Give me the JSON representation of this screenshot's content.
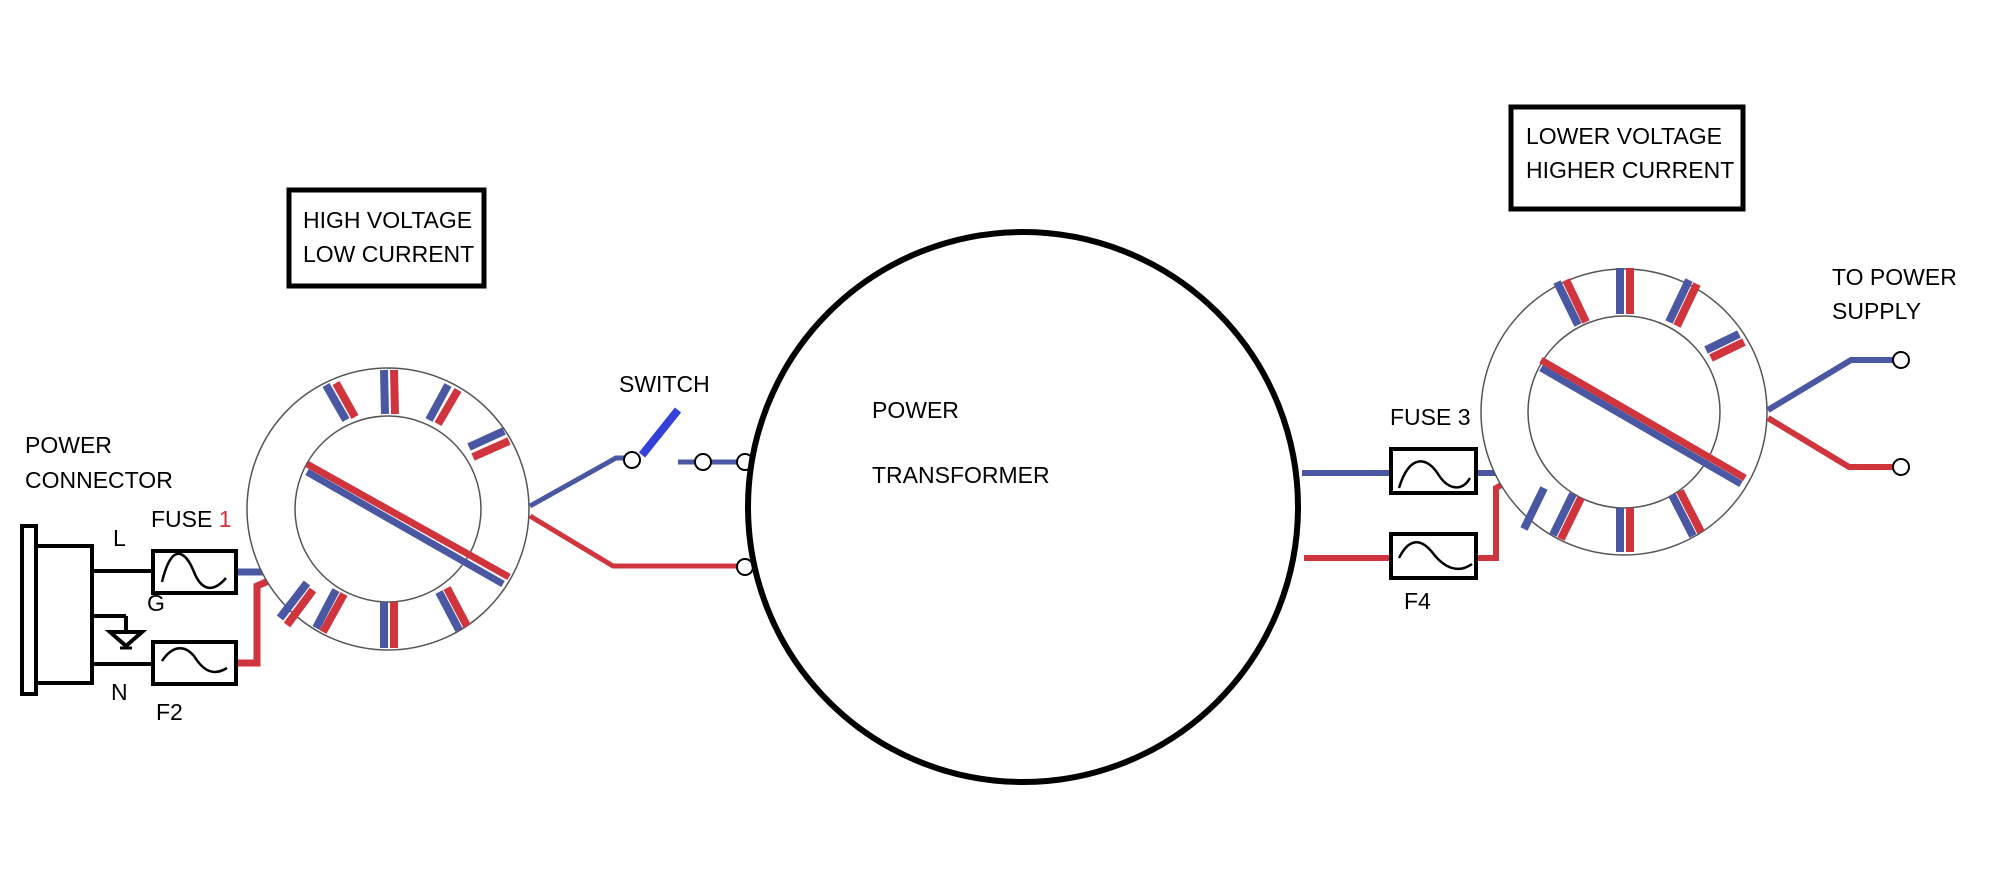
{
  "colors": {
    "blue": "#4A57A2",
    "red": "#D0343D",
    "black": "#000000",
    "switch_blue": "#3540D8"
  },
  "labels": {
    "power_connector_line1": "POWER",
    "power_connector_line2": "CONNECTOR",
    "fuse1_prefix": "FUSE",
    "fuse1_number": "1",
    "f2": "F2",
    "terminal_l": "L",
    "terminal_g": "G",
    "terminal_n": "N",
    "high_voltage_line1": "HIGH VOLTAGE",
    "high_voltage_line2": "LOW CURRENT",
    "switch": "SWITCH",
    "transformer_line1": "POWER",
    "transformer_line2": "TRANSFORMER",
    "fuse3": "FUSE 3",
    "f4": "F4",
    "lower_voltage_line1": "LOWER VOLTAGE",
    "lower_voltage_line2": "HIGHER CURRENT",
    "power_supply_line1": "TO POWER",
    "power_supply_line2": "SUPPLY"
  },
  "icons": {
    "toroid": "toroid-coil-icon",
    "fuse": "fuse-icon",
    "ground": "ground-icon",
    "connector": "power-connector-icon",
    "switch": "switch-icon"
  }
}
